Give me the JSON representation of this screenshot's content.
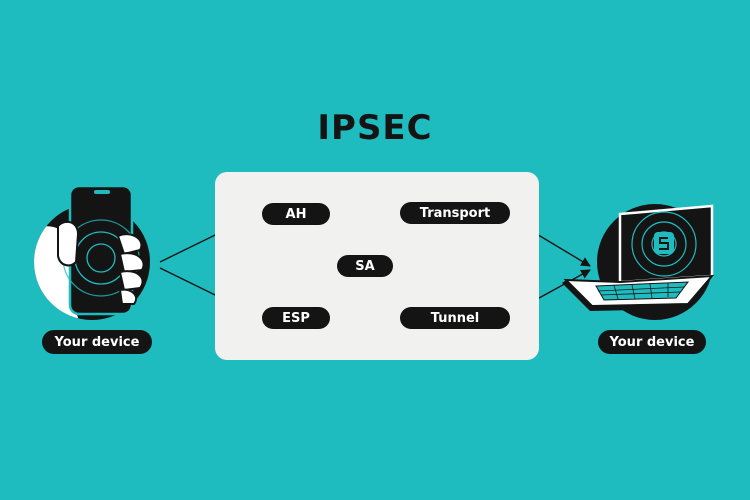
{
  "title": "IPSEC",
  "nodes": {
    "ah": "AH",
    "esp": "ESP",
    "sa": "SA",
    "transport": "Transport",
    "tunnel": "Tunnel"
  },
  "left_device": {
    "label": "Your device",
    "icon": "smartphone-in-hand-icon"
  },
  "right_device": {
    "label": "Your device",
    "icon": "laptop-icon"
  },
  "colors": {
    "background": "#1fbcbf",
    "panel": "#f1f1ef",
    "dark": "#141414",
    "white": "#ffffff"
  }
}
